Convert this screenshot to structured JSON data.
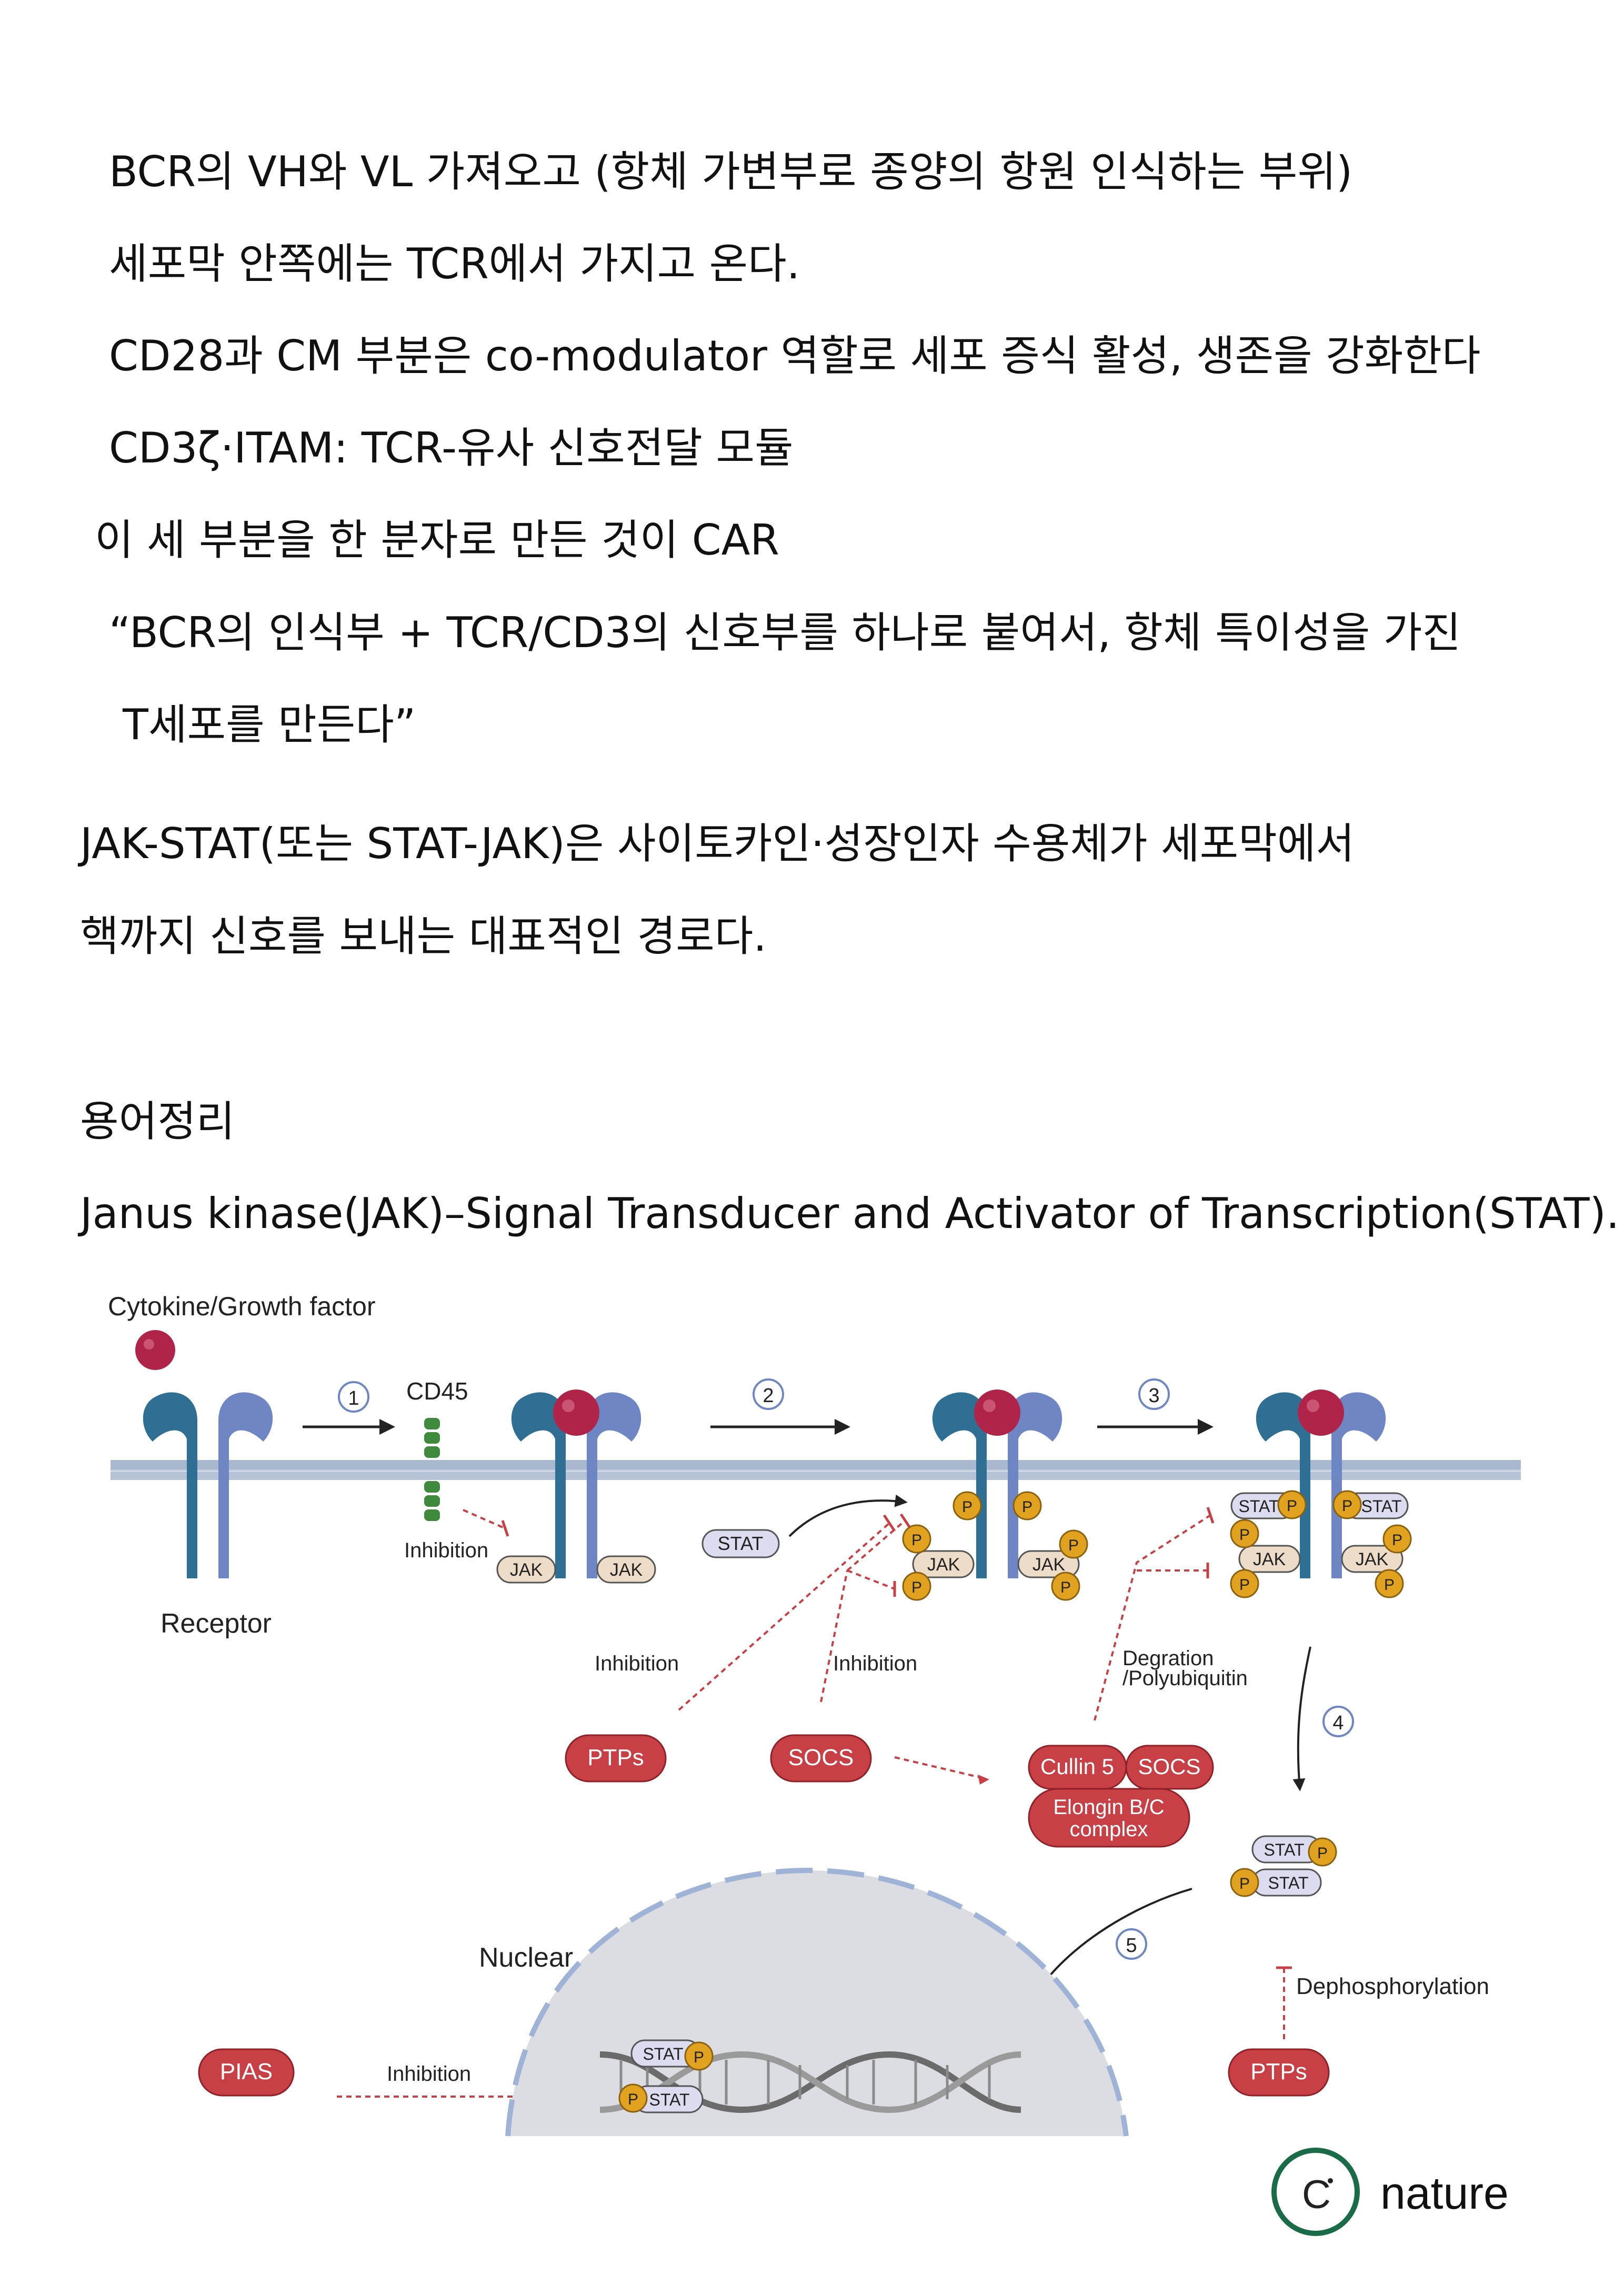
{
  "notes": {
    "lines": [
      "BCR의 VH와 VL 가져오고 (항체 가변부로 종양의 항원 인식하는 부위)",
      "세포막 안쪽에는 TCR에서 가지고 온다.",
      "CD28과 CM 부분은 co-modulator 역할로 세포 증식 활성, 생존을 강화한다",
      "CD3ζ·ITAM: TCR-유사 신호전달 모듈",
      "이 세 부분을 한 분자로 만든 것이 CAR",
      "“BCR의 인식부 + TCR/CD3의 신호부를 하나로 붙여서, 항체 특이성을 가진",
      "T세포를 만든다”"
    ]
  },
  "intro": {
    "lines": [
      "JAK-STAT(또는 STAT-JAK)은 사이토카인·성장인자 수용체가 세포막에서",
      "핵까지 신호를 보내는 대표적인 경로다."
    ]
  },
  "glossary": {
    "heading": "용어정리",
    "definition": "Janus kinase(JAK)–Signal Transducer and Activator of Transcription(STAT)."
  },
  "figure": {
    "ligand_label": "Cytokine/Growth factor",
    "receptor_label": "Receptor",
    "cd45_label": "CD45",
    "jak": "JAK",
    "stat": "STAT",
    "phospho": "P",
    "inhibition": "Inhibition",
    "degradation": "Degration\n/Polyubiquitin",
    "dephosphorylation": "Dephosphorylation",
    "nuclear": "Nuclear",
    "steps": [
      "1",
      "2",
      "3",
      "4",
      "5"
    ],
    "ptps": "PTPs",
    "socs": "SOCS",
    "cullin5": "Cullin 5",
    "elongin": "Elongin B/C\ncomplex",
    "pias": "PIAS"
  },
  "logo": {
    "letter": "C",
    "word": "nature"
  },
  "colors": {
    "receptor_dark": "#2f6f94",
    "receptor_light": "#6f86c4",
    "ligand": "#b0244a",
    "membrane": "#a9b7cf",
    "red_pill": "#c84046",
    "phospho": "#e0a21f",
    "jak_fill": "#eddcc8",
    "stat_fill": "#dcdcf0",
    "cd45": "#3f8a3c",
    "inhibit_line": "#c84046",
    "logo_ring": "#1a6b47"
  }
}
